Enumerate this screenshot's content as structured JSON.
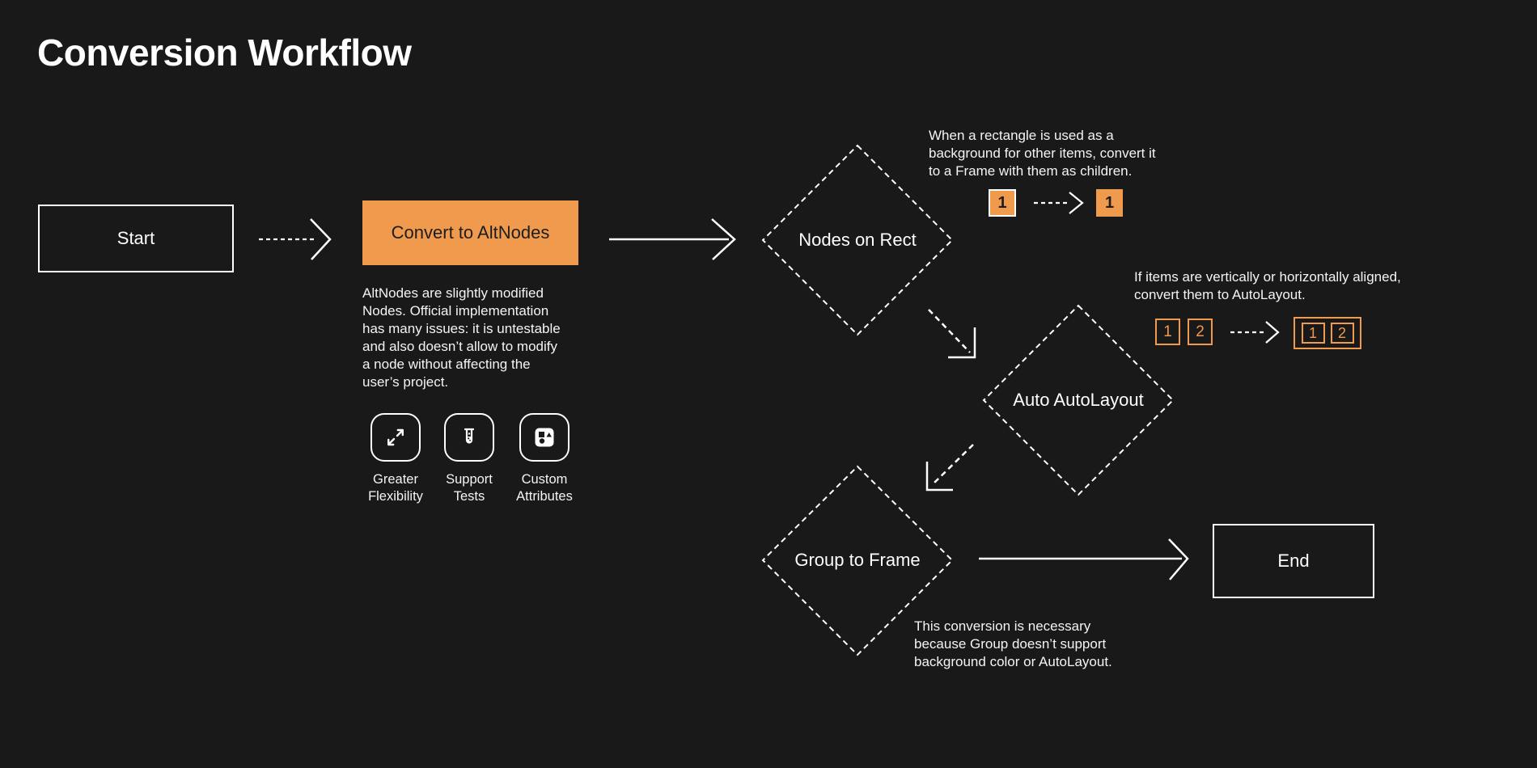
{
  "title": "Conversion Workflow",
  "colors": {
    "background": "#191919",
    "accent_orange": "#EF9A4D",
    "shape_border": "#FFFFFF",
    "text": "#FFFFFF",
    "process_text": "#1D1D1D"
  },
  "flow": {
    "start": {
      "label": "Start"
    },
    "convert_to_altnodes": {
      "label": "Convert to AltNodes",
      "description": "AltNodes are slightly modified Nodes. Official implementation has many issues: it is untestable and also doesn’t allow to modify a node without affecting the user’s project.",
      "features": [
        {
          "icon": "expand-diagonal-icon",
          "label": "Greater Flexibility"
        },
        {
          "icon": "test-tube-icon",
          "label": "Support Tests"
        },
        {
          "icon": "shapes-icon",
          "label": "Custom Attributes"
        }
      ]
    },
    "nodes_on_rect": {
      "label": "Nodes on Rect",
      "note": "When a rectangle is used as a background for other items, convert it to a Frame with them as children.",
      "example": {
        "before": "1",
        "after": "1"
      }
    },
    "auto_autolayout": {
      "label": "Auto AutoLayout",
      "note": "If items are vertically or horizontally aligned, convert them to AutoLayout.",
      "example": {
        "item_1": "1",
        "item_2": "2",
        "result_1": "1",
        "result_2": "2"
      }
    },
    "group_to_frame": {
      "label": "Group to Frame",
      "note": "This conversion is necessary because Group doesn’t support background color or AutoLayout."
    },
    "end": {
      "label": "End"
    }
  }
}
